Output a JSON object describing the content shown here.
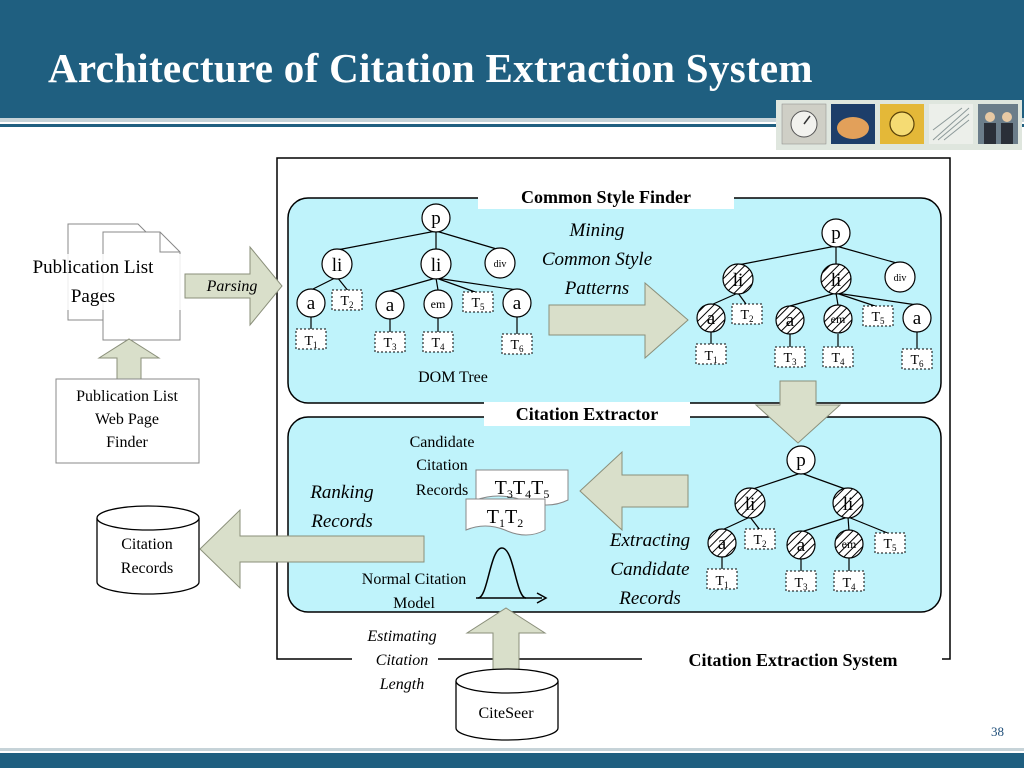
{
  "title": "Architecture of Citation Extraction System",
  "slide_number": "38",
  "labels": {
    "common_style_finder": "Common Style Finder",
    "citation_extractor": "Citation Extractor",
    "citation_extraction_system": "Citation Extraction System",
    "publication_list_pages_1": "Publication List",
    "publication_list_pages_2": "Pages",
    "parsing": "Parsing",
    "finder_1": "Publication List",
    "finder_2": "Web Page",
    "finder_3": "Finder",
    "dom_tree": "DOM Tree",
    "mining_1": "Mining",
    "mining_2": "Common Style",
    "mining_3": "Patterns",
    "candidate_1": "Candidate",
    "candidate_2": "Citation",
    "candidate_3": "Records",
    "ranking_1": "Ranking",
    "ranking_2": "Records",
    "extracting_1": "Extracting",
    "extracting_2": "Candidate",
    "extracting_3": "Records",
    "normal_model_1": "Normal Citation",
    "normal_model_2": "Model",
    "estimating_1": "Estimating",
    "estimating_2": "Citation",
    "estimating_3": "Length",
    "citation_records_1": "Citation",
    "citation_records_2": "Records",
    "citeseer": "CiteSeer"
  },
  "tree_nodes": {
    "p": "p",
    "li": "li",
    "a": "a",
    "em": "em",
    "div": "div"
  },
  "tokens": {
    "T": "T",
    "n1": "1",
    "n2": "2",
    "n3": "3",
    "n4": "4",
    "n5": "5",
    "n6": "6"
  },
  "colors": {
    "title_bar": "#1f5f80",
    "panel_fill": "#bff3fb",
    "arrow_fill": "#d9dfca",
    "arrow_stroke": "#8a8f7a"
  }
}
